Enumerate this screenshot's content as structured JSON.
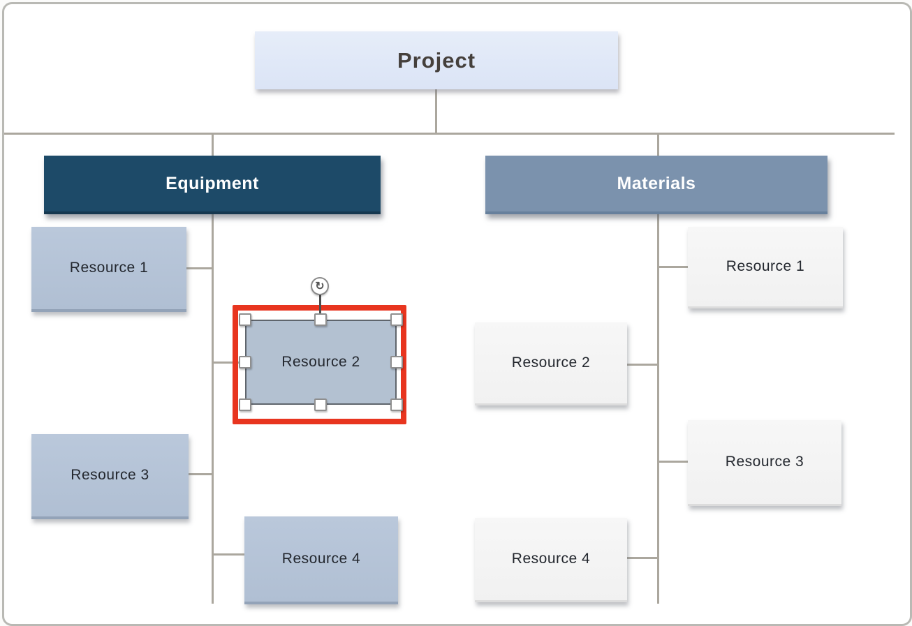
{
  "diagram": {
    "root": {
      "label": "Project"
    },
    "branches": [
      {
        "label": "Equipment",
        "header_color": "#1d4a68",
        "resource_color": "#b5c3d7",
        "resources": [
          {
            "label": "Resource 1",
            "selected": false
          },
          {
            "label": "Resource 2",
            "selected": true
          },
          {
            "label": "Resource 3",
            "selected": false
          },
          {
            "label": "Resource 4",
            "selected": false
          }
        ]
      },
      {
        "label": "Materials",
        "header_color": "#7b92ad",
        "resource_color": "#f4f4f4",
        "resources": [
          {
            "label": "Resource 1",
            "selected": false
          },
          {
            "label": "Resource 2",
            "selected": false
          },
          {
            "label": "Resource 3",
            "selected": false
          },
          {
            "label": "Resource 4",
            "selected": false
          }
        ]
      }
    ]
  },
  "selection": {
    "target": "equipment-resource-2",
    "highlight_color": "#e8351f",
    "handle_count": 8,
    "rotate_icon": "↻"
  },
  "colors": {
    "root_fill": "#dfe7f7",
    "connector": "#aba79e",
    "canvas_border": "#b9b9b4",
    "header_text": "#ffffff",
    "node_text": "#23272e"
  }
}
